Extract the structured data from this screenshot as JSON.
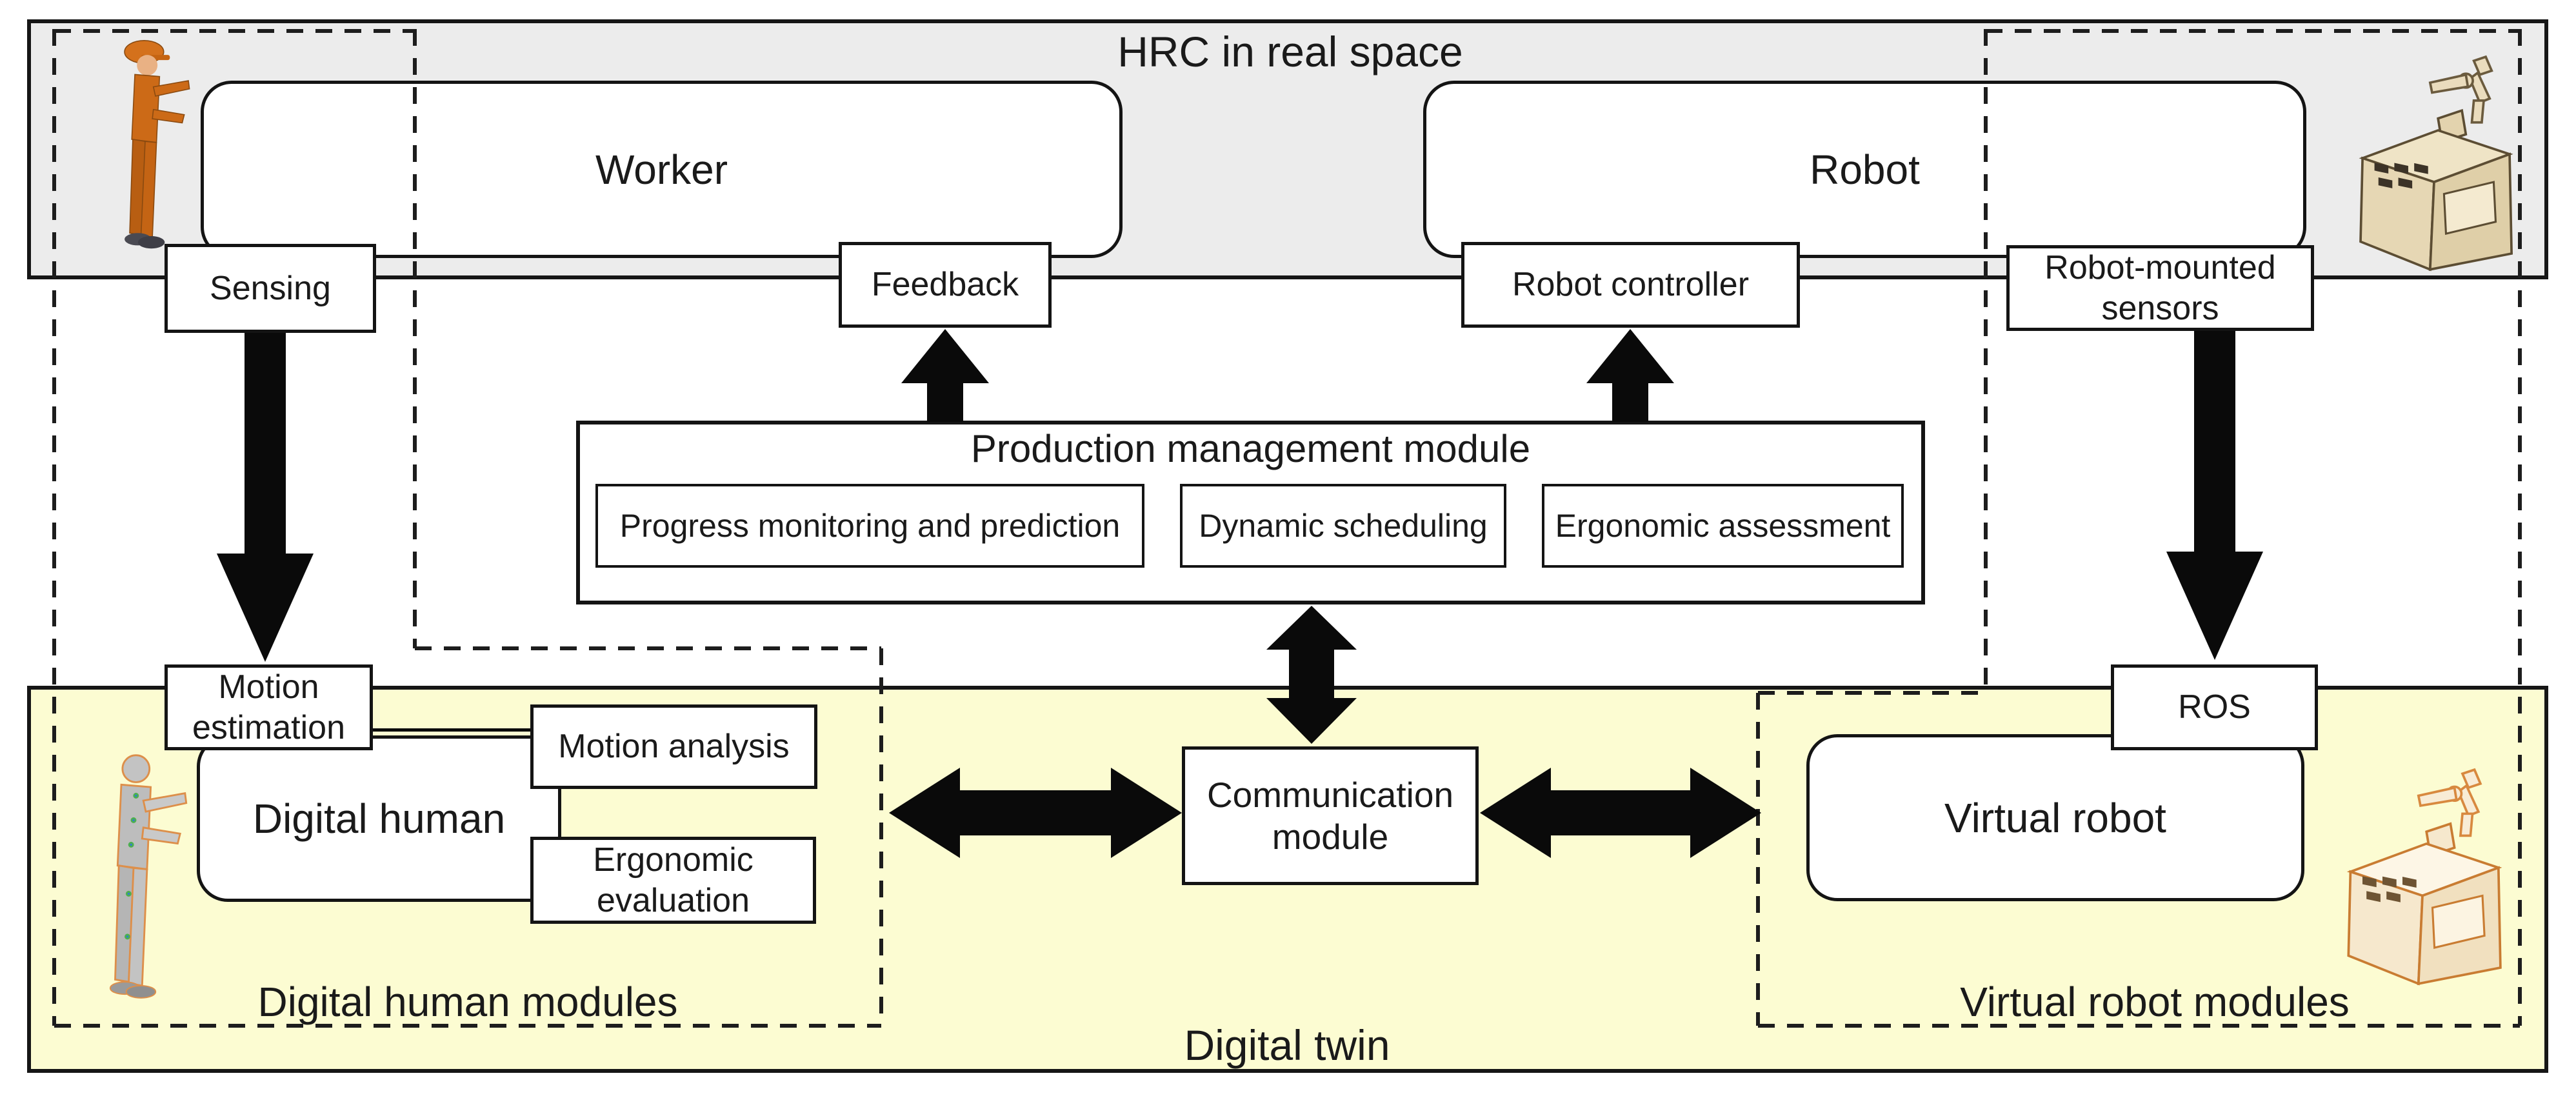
{
  "colors": {
    "real_space_fill": "#ececec",
    "digital_twin_fill": "#fcfcd2",
    "border": "#161616",
    "arrow": "#0a0a0a"
  },
  "real_space": {
    "title": "HRC in real space",
    "worker_label": "Worker",
    "robot_label": "Robot",
    "sensing_label": "Sensing",
    "feedback_label": "Feedback",
    "robot_controller_label": "Robot controller",
    "robot_mounted_sensors_label": "Robot-mounted sensors"
  },
  "production_module": {
    "title": "Production management module",
    "items": [
      "Progress monitoring and prediction",
      "Dynamic scheduling",
      "Ergonomic assessment"
    ]
  },
  "digital_twin": {
    "title": "Digital twin",
    "communication_label": "Communication module",
    "human_modules": {
      "motion_estimation": "Motion estimation",
      "digital_human": "Digital human",
      "motion_analysis": "Motion analysis",
      "ergonomic_evaluation": "Ergonomic evaluation",
      "group_label": "Digital human modules"
    },
    "robot_modules": {
      "ros": "ROS",
      "virtual_robot": "Virtual robot",
      "group_label": "Virtual robot modules"
    }
  },
  "icons": {
    "worker_figure": "worker-person-illustration",
    "digital_human_figure": "digital-human-mannequin-illustration",
    "robot_figure": "robot-machine-illustration",
    "virtual_robot_figure": "virtual-robot-machine-illustration"
  }
}
